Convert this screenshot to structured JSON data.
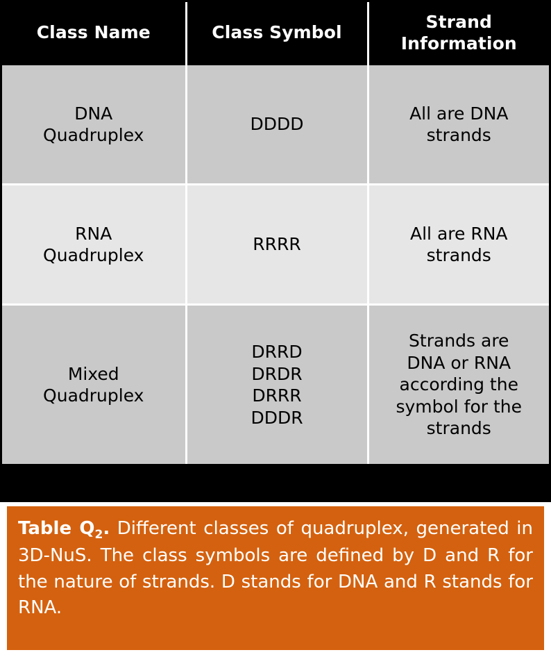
{
  "table": {
    "headers": [
      "Class Name",
      "Class Symbol",
      "Strand\nInformation"
    ],
    "rows": [
      {
        "class_name": "DNA\nQuadruplex",
        "class_symbol": "DDDD",
        "strand_information": "All are DNA\nstrands"
      },
      {
        "class_name": "RNA\nQuadruplex",
        "class_symbol": "RRRR",
        "strand_information": "All are RNA\nstrands"
      },
      {
        "class_name": "Mixed\nQuadruplex",
        "class_symbol": "DRRD\nDRDR\nDRRR\nDDDR",
        "strand_information": "Strands are\nDNA or RNA\naccording the\nsymbol for the\nstrands"
      }
    ]
  },
  "caption": {
    "label": "Table Q",
    "label_sub": "2",
    "label_period": ".",
    "text": " Different classes of quadruplex, generated in 3D-NuS. The class symbols are defined by D and R for the nature of strands. D stands for DNA and R stands for RNA."
  },
  "colors": {
    "header_bg": "#000000",
    "header_fg": "#ffffff",
    "row_dark": "#c9c9c9",
    "row_light": "#e6e6e6",
    "caption_bg": "#d4610f",
    "caption_fg": "#ffffff"
  }
}
